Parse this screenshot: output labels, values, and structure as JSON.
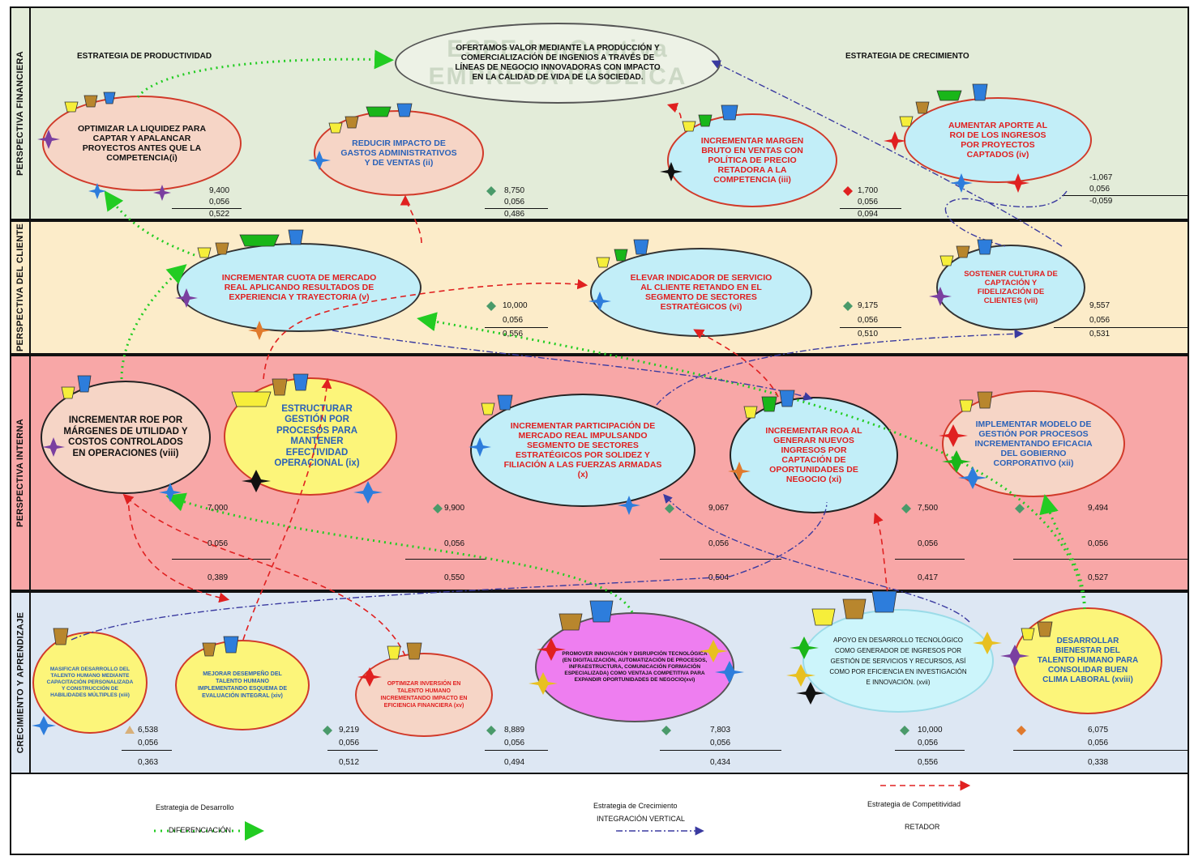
{
  "colors": {
    "financial_band": "#e3ecd9",
    "client_band": "#fcecc9",
    "internal_band": "#f8a7a7",
    "learning_band": "#dde7f3",
    "green_arrow": "#22cc22",
    "red_arrow": "#e02020",
    "blue_arrow": "#3a3aa0"
  },
  "perspectives": {
    "financial": "PERSPECTIVA FINANCIERA",
    "client": "PERSPECTIVA DEL CLIENTE",
    "internal": "PERSPECTIVA INTERNA",
    "learning": "CRECIMIENTO Y APRENDIZAJE"
  },
  "strategies": {
    "productivity": "ESTRATEGIA DE PRODUCTIVIDAD",
    "growth": "ESTRATEGIA DE CRECIMIENTO"
  },
  "mission": "OFERTAMOS VALOR MEDIANTE LA PRODUCCIÓN Y COMERCIALIZACIÓN DE INGENIOS A TRAVÉS DE LÍNEAS DE NEGOCIO INNOVADORAS CON IMPACTO EN LA CALIDAD DE VIDA DE LA SOCIEDAD.",
  "watermark": "ESPE-InnOvativa EMPRESA PUBLICA",
  "objectives": {
    "i": "OPTIMIZAR LA LIQUIDEZ PARA CAPTAR Y APALANCAR PROYECTOS ANTES QUE LA COMPETENCIA(i)",
    "ii": "REDUCIR IMPACTO DE GASTOS ADMINISTRATIVOS Y DE VENTAS (ii)",
    "iii": "INCREMENTAR MARGEN BRUTO EN VENTAS CON POLÍTICA DE PRECIO RETADORA A LA COMPETENCIA (iii)",
    "iv": "AUMENTAR APORTE AL ROI DE LOS INGRESOS POR PROYECTOS CAPTADOS (iv)",
    "v": "INCREMENTAR CUOTA DE MERCADO REAL APLICANDO RESULTADOS DE EXPERIENCIA Y TRAYECTORIA (v)",
    "vi": "ELEVAR INDICADOR DE SERVICIO AL CLIENTE RETANDO EN EL SEGMENTO DE SECTORES ESTRATÉGICOS (vi)",
    "vii": "SOSTENER CULTURA DE CAPTACIÓN Y FIDELIZACIÓN DE CLIENTES (vii)",
    "viii": "INCREMENTAR ROE POR MÁRGENES DE UTILIDAD Y COSTOS CONTROLADOS EN OPERACIONES (viii)",
    "ix": "ESTRUCTURAR GESTIÓN POR PROCESOS PARA MANTENER EFECTIVIDAD OPERACIONAL (ix)",
    "x": "INCREMENTAR PARTICIPACIÓN DE MERCADO REAL IMPULSANDO SEGMENTO DE SECTORES ESTRATÉGICOS POR SOLIDEZ Y FILIACIÓN A LAS FUERZAS ARMADAS (x)",
    "xi": "INCREMENTAR ROA AL GENERAR NUEVOS INGRESOS POR CAPTACIÓN DE OPORTUNIDADES DE NEGOCIO (xi)",
    "xii": "IMPLEMENTAR MODELO DE GESTIÓN POR PROCESOS INCREMENTANDO EFICACIA DEL GOBIERNO CORPORATIVO (xii)",
    "xiii": "MASIFICAR DESARROLLO DEL TALENTO HUMANO MEDIANTE CAPACITACIÓN PERSONALIZADA Y CONSTRUCCIÓN DE HABILIDADES MÚLTIPLES (xiii)",
    "xiv": "MEJORAR DESEMPEÑO DEL TALENTO HUMANO IMPLEMENTANDO ESQUEMA DE EVALUACIÓN INTEGRAL (xiv)",
    "xv": "OPTIMIZAR INVERSIÓN EN TALENTO HUMANO INCREMENTANDO IMPACTO EN EFICIENCIA FINANCIERA (xv)",
    "xvi": "PROMOVER INNOVACIÓN Y DISRUPCIÓN TECNOLÓGICA (EN DIGITALIZACIÓN, AUTOMATIZACIÓN DE PROCESOS, INFRAESTRUCTURA, COMUNICACIÓN FORMACIÓN ESPECIALIZADA) COMO VENTAJA COMPETITIVA PARA EXPANDIR OPORTUNIDADES DE NEGOCIO(xvi)",
    "xvii": "APOYO EN DESARROLLO TECNOLÓGICO COMO GENERADOR DE INGRESOS POR GESTIÓN DE SERVICIOS Y RECURSOS, ASÍ COMO POR EFICIENCIA EN INVESTIGACIÓN E INNOVACIÓN. (xvii)",
    "xviii": "DESARROLLAR BIENESTAR DEL TALENTO HUMANO PARA CONSOLIDAR BUEN CLIMA LABORAL (xviii)"
  },
  "metrics": {
    "i": {
      "a": "9,400",
      "b": "0,056",
      "c": "0,522"
    },
    "ii": {
      "a": "8,750",
      "b": "0,056",
      "c": "0,486"
    },
    "iii": {
      "a": "1,700",
      "b": "0,056",
      "c": "0,094"
    },
    "iv": {
      "a": "-1,067",
      "b": "0,056",
      "c": "-0,059"
    },
    "v": {
      "a": "10,000",
      "b": "0,056",
      "c": "0,556"
    },
    "vi": {
      "a": "9,175",
      "b": "0,056",
      "c": "0,510"
    },
    "vii": {
      "a": "9,557",
      "b": "0,056",
      "c": "0,531"
    },
    "viii": {
      "a": "7,000",
      "b": "0,056",
      "c": "0,389"
    },
    "ix": {
      "a": "9,900",
      "b": "0,056",
      "c": "0,550"
    },
    "x": {
      "a": "9,067",
      "b": "0,056",
      "c": "0,504"
    },
    "xi": {
      "a": "7,500",
      "b": "0,056",
      "c": "0,417"
    },
    "xii": {
      "a": "9,494",
      "b": "0,056",
      "c": "0,527"
    },
    "xiii": {
      "a": "6,538",
      "b": "0,056",
      "c": "0,363"
    },
    "xiv": {
      "a": "9,219",
      "b": "0,056",
      "c": "0,512"
    },
    "xv": {
      "a": "8,889",
      "b": "0,056",
      "c": "0,494"
    },
    "xvi": {
      "a": "7,803",
      "b": "0,056",
      "c": "0,434"
    },
    "xvii": {
      "a": "10,000",
      "b": "0,056",
      "c": "0,556"
    },
    "xviii": {
      "a": "6,075",
      "b": "0,056",
      "c": "0,338"
    }
  },
  "legend": {
    "development": "Estrategia de Desarrollo",
    "differentiation": "DIFERENCIACIÓN",
    "growth": "Estrategia de Crecimiento",
    "vertical": "INTEGRACIÓN VERTICAL",
    "competitiveness": "Estrategia de Competitividad",
    "challenger": "RETADOR"
  }
}
